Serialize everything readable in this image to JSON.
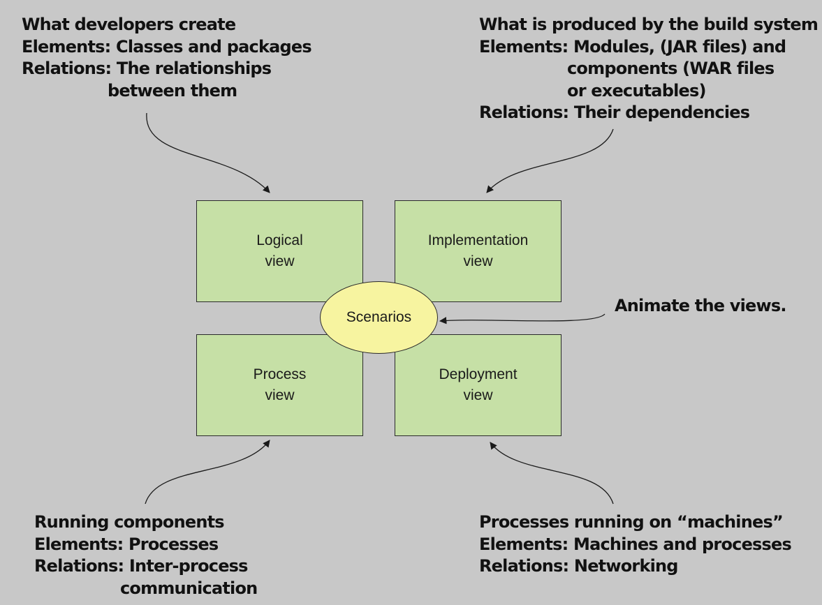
{
  "annotations": {
    "logical": {
      "title": "What developers create",
      "elements_label": "Elements:",
      "elements_text": [
        "Classes and packages"
      ],
      "relations_label": "Relations:",
      "relations_text": [
        "The relationships",
        "between them"
      ]
    },
    "implementation": {
      "title": "What is produced by the build system",
      "elements_label": "Elements:",
      "elements_text": [
        "Modules, (JAR files) and",
        "components (WAR files",
        "or executables)"
      ],
      "relations_label": "Relations:",
      "relations_text": [
        "Their dependencies"
      ]
    },
    "process": {
      "title": "Running components",
      "elements_label": "Elements:",
      "elements_text": [
        "Processes"
      ],
      "relations_label": "Relations:",
      "relations_text": [
        "Inter-process",
        "communication"
      ]
    },
    "deployment": {
      "title": "Processes running on “machines”",
      "elements_label": "Elements:",
      "elements_text": [
        "Machines and processes"
      ],
      "relations_label": "Relations:",
      "relations_text": [
        "Networking"
      ]
    },
    "scenarios": {
      "text": "Animate the views."
    }
  },
  "views": {
    "logical": "Logical\nview",
    "implementation": "Implementation\nview",
    "process": "Process\nview",
    "deployment": "Deployment\nview",
    "scenarios": "Scenarios"
  },
  "colors": {
    "background": "#c8c8c8",
    "view_fill": "#c6e0a6",
    "scenario_fill": "#f7f4a0",
    "stroke": "#2a2a2a"
  }
}
